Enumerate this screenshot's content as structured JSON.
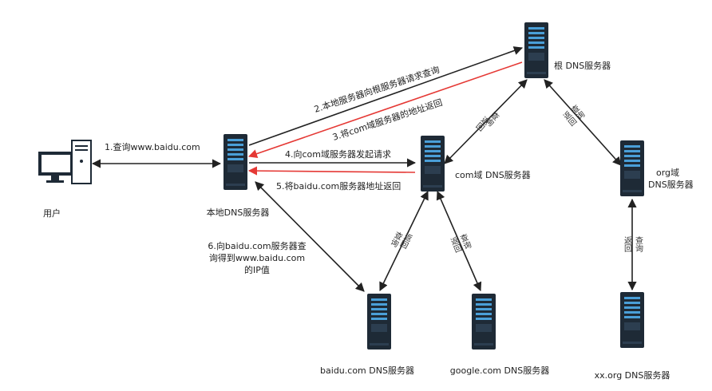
{
  "nodes": {
    "user": "用户",
    "local": "本地DNS服务器",
    "root": "根 DNS服务器",
    "com": "com域 DNS服务器",
    "org_line1": "org域",
    "org_line2": "DNS服务器",
    "baidu": "baidu.com DNS服务器",
    "google": "google.com DNS服务器",
    "xx": "xx.org DNS服务器"
  },
  "steps": {
    "s1": "1.查询www.baidu.com",
    "s2": "2.本地服务器向根服务器请求查询",
    "s3": "3.将com域服务器的地址返回",
    "s4": "4.向com域服务器发起请求",
    "s5": "5.将baidu.com服务器地址返回",
    "s6_line1": "6.向baidu.com服务器查",
    "s6_line2": "询得到www.baidu.com",
    "s6_line3": "的IP值"
  },
  "edge_labels": {
    "query": "查询",
    "return": "返回"
  },
  "colors": {
    "arrow": "#222222",
    "return_arrow": "#e53935",
    "server_body": "#1e2a36",
    "server_slot": "#4a9fd8"
  }
}
